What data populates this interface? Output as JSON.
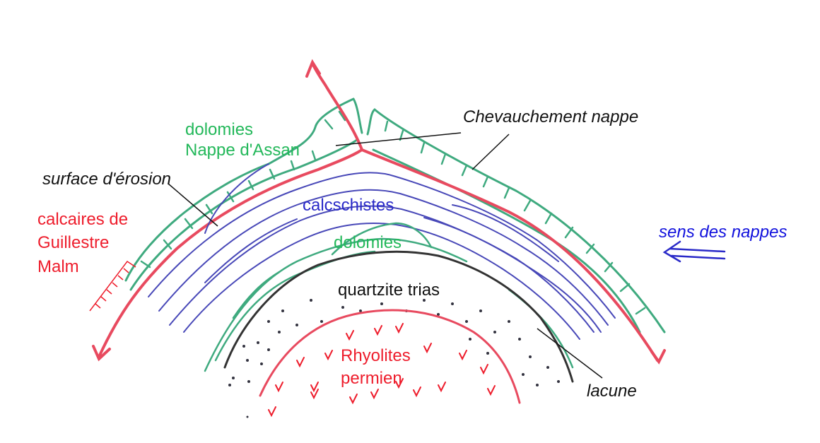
{
  "labels": {
    "dolomies_top": "dolomies",
    "nappe_assan": "Nappe d'Assan",
    "chevauchement": "Chevauchement nappe",
    "surface_erosion": "surface d'érosion",
    "calcaires_de": "calcaires de",
    "guillestre": "Guillestre",
    "malm": "Malm",
    "calcschistes": "calcschistes",
    "dolomies_inner": "dolomies",
    "quartzite": "quartzite trias",
    "rhyolites": "Rhyolites",
    "permien": "permien",
    "lacune": "lacune",
    "sens_nappes": "sens des nappes"
  },
  "colors": {
    "green": "#23b85a",
    "green_stroke": "#3faa7f",
    "red": "#ee1d2c",
    "red_stroke": "#e84a5f",
    "blue": "#2a2ac8",
    "blue_stroke": "#4848b8",
    "black": "#111111"
  }
}
